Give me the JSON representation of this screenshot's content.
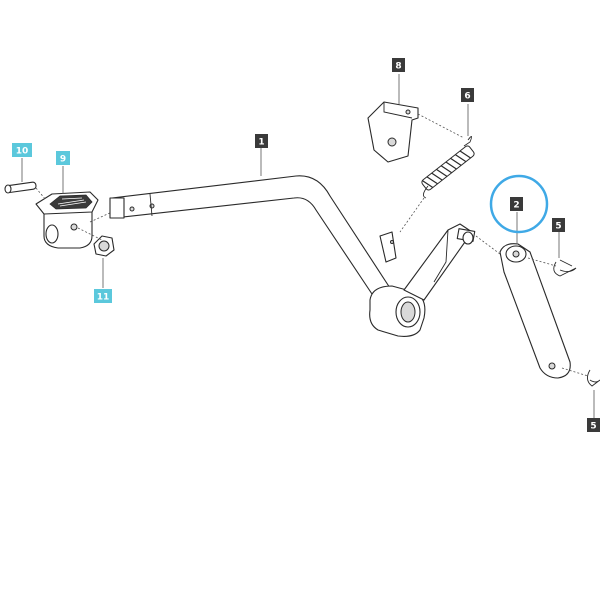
{
  "diagram": {
    "callouts": [
      {
        "id": "c1",
        "label": "1",
        "style": "dark"
      },
      {
        "id": "c2",
        "label": "2",
        "style": "dark"
      },
      {
        "id": "c5a",
        "label": "5",
        "style": "dark"
      },
      {
        "id": "c5b",
        "label": "5",
        "style": "dark"
      },
      {
        "id": "c6",
        "label": "6",
        "style": "dark"
      },
      {
        "id": "c8",
        "label": "8",
        "style": "dark"
      },
      {
        "id": "c9",
        "label": "9",
        "style": "cyan"
      },
      {
        "id": "c10",
        "label": "10",
        "style": "cyan"
      },
      {
        "id": "c11",
        "label": "11",
        "style": "cyan"
      }
    ],
    "highlighted_callout": "2",
    "colors": {
      "dark_label": "#3a3a3a",
      "cyan_label": "#5bc8dc",
      "highlight_ring": "#3fa9e6",
      "line": "#2a2a2a"
    }
  }
}
